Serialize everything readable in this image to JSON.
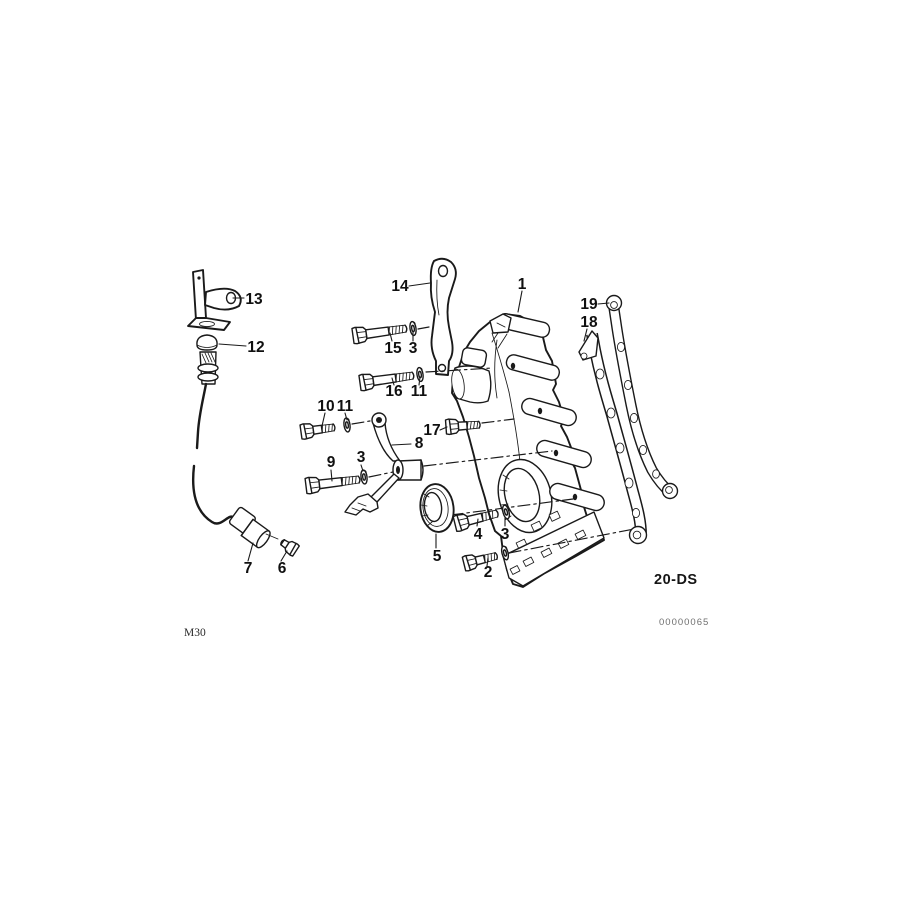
{
  "diagram": {
    "type": "exploded-parts-diagram",
    "ink_color": "#1a1a1a",
    "background_color": "#ffffff",
    "callouts": {
      "part1": "1",
      "part2": "2",
      "part3a": "3",
      "part3b": "3",
      "part3c": "3",
      "part4": "4",
      "part5": "5",
      "part6": "6",
      "part7": "7",
      "part8": "8",
      "part9": "9",
      "part10": "10",
      "part11a": "11",
      "part11b": "11",
      "part12": "12",
      "part13": "13",
      "part14": "14",
      "part15": "15",
      "part16": "16",
      "part17": "17",
      "part18": "18",
      "part19": "19"
    },
    "footer": {
      "section_code": "20-DS",
      "image_number": "00000065",
      "engine_code": "M30"
    }
  }
}
